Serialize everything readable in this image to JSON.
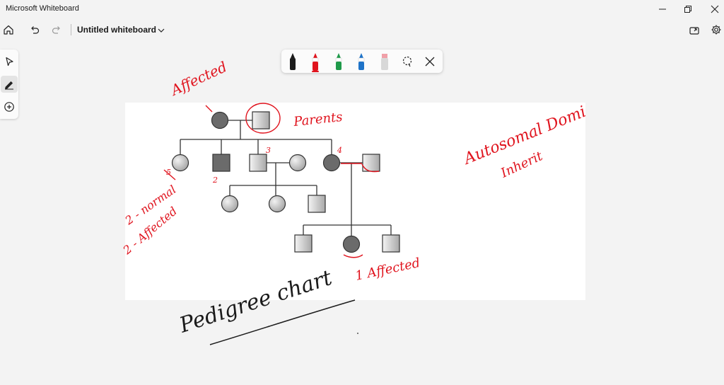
{
  "app": {
    "title": "Microsoft Whiteboard"
  },
  "toolbar": {
    "board_title": "Untitled whiteboard"
  },
  "pens": [
    {
      "name": "black-pen",
      "color": "#1b1b1b"
    },
    {
      "name": "red-pen",
      "color": "#e0141e"
    },
    {
      "name": "green-pen",
      "color": "#1f9a4a"
    },
    {
      "name": "blue-pen",
      "color": "#1e73c8"
    },
    {
      "name": "highlighter",
      "color": "#f0a0a8"
    }
  ],
  "colors": {
    "ink_red": "#e0141e",
    "ink_black": "#1b1b1b",
    "affected_fill": "#6b6b6b"
  },
  "annotations": {
    "affected_top": "Affected",
    "parents": "Parents",
    "label_3": "3",
    "label_4": "4",
    "label_2": "2",
    "label_5": "5",
    "normal_note": "2 - normal",
    "affected_note": "2 - Affected",
    "affected_bottom": "1 Affected",
    "autosomal": "Autosomal Domi",
    "inherit": "Inherit",
    "title": "Pedigree chart"
  }
}
